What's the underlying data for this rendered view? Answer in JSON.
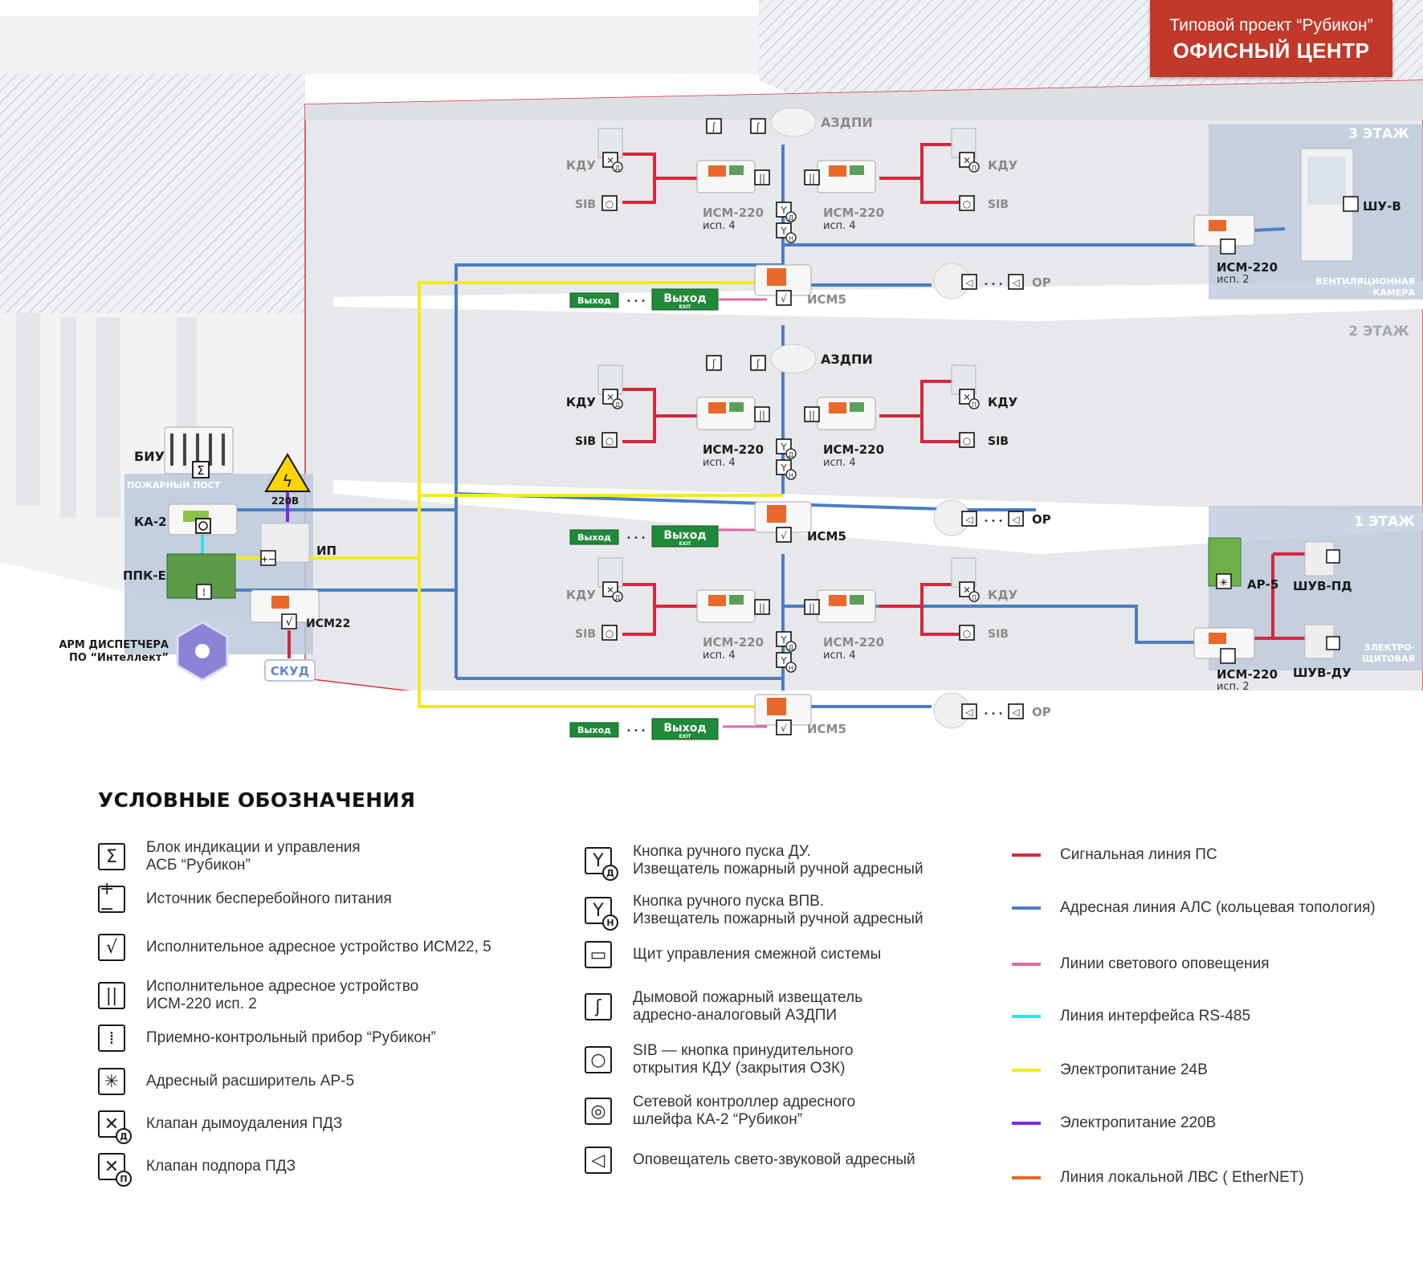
{
  "banner": {
    "line1": "Типовой проект “Рубикон”",
    "line2": "ОФИСНЫЙ ЦЕНТР"
  },
  "floors": {
    "f3": "3 ЭТАЖ",
    "f2": "2 ЭТАЖ",
    "f1": "1 ЭТАЖ"
  },
  "rooms": {
    "vent": [
      "ВЕНТИЛЯЦИОННАЯ",
      "КАМЕРА"
    ],
    "elec": [
      "ЭЛЕКТРО-",
      "ЩИТОВАЯ"
    ],
    "post": "ПОЖАРНЫЙ ПОСТ"
  },
  "labels": {
    "azdpi": "АЗДПИ",
    "kdu": "КДУ",
    "sib": "SIB",
    "ism220": "ИСМ-220",
    "isp4": "исп. 4",
    "isp2": "исп. 2",
    "ism5": "ИСМ5",
    "or": "ОР",
    "exit_small": "Выход",
    "exit_big": "Выход",
    "exit_sub": "EXIT",
    "shu_v": "ШУ-В",
    "shuv_pd": "ШУВ-ПД",
    "shuv_du": "ШУВ-ДУ",
    "ar5": "АР-5",
    "biu": "БИУ",
    "ka2": "КА-2",
    "ppke": "ППК-Е",
    "ip": "ИП",
    "v220": "220В",
    "ism22": "ИСМ22",
    "skud": "СКУД",
    "arm1": "АРМ ДИСПЕТЧЕРА",
    "arm2": "ПО “Интеллект”"
  },
  "legend": {
    "title": "УСЛОВНЫЕ ОБОЗНАЧЕНИЯ",
    "col1": [
      {
        "icon": "sigma-icon",
        "glyph": "Σ",
        "text": "Блок индикации и управления\nАСБ “Рубикон”"
      },
      {
        "icon": "ups-icon",
        "glyph": "+−",
        "text": "Источник бесперебойного питания"
      },
      {
        "icon": "check-icon",
        "glyph": "√",
        "text": "Исполнительное адресное устройство ИСМ22, 5"
      },
      {
        "icon": "double-bar-icon",
        "glyph": "||",
        "text": "Исполнительное адресное устройство\nИСМ-220 исп. 2"
      },
      {
        "icon": "dotted-cross-icon",
        "glyph": "⁞",
        "text": "Приемно-контрольный прибор “Рубикон”"
      },
      {
        "icon": "starburst-icon",
        "glyph": "✳",
        "text": "Адресный расширитель АР-5"
      },
      {
        "icon": "valve-du-icon",
        "glyph": "✕",
        "sub": "Д",
        "text": "Клапан дымоудаления ПДЗ"
      },
      {
        "icon": "valve-p-icon",
        "glyph": "✕",
        "sub": "П",
        "text": "Клапан подпора ПДЗ"
      }
    ],
    "col2": [
      {
        "icon": "manual-du-icon",
        "glyph": "Y",
        "sub": "Д",
        "text": "Кнопка ручного пуска ДУ.\nИзвещатель пожарный ручной адресный"
      },
      {
        "icon": "manual-vpv-icon",
        "glyph": "Y",
        "sub": "Н",
        "text": "Кнопка ручного пуска ВПВ.\nИзвещатель пожарный ручной адресный"
      },
      {
        "icon": "panel-icon",
        "glyph": "▭",
        "text": "Щит управления смежной системы"
      },
      {
        "icon": "smoke-detector-icon",
        "glyph": "ʃ",
        "text": "Дымовой пожарный извещатель\nадресно-аналоговый АЗДПИ"
      },
      {
        "icon": "sib-button-icon",
        "glyph": "○",
        "text": "SIB — кнопка принудительного\nоткрытия КДУ (закрытия ОЗК)"
      },
      {
        "icon": "ka2-controller-icon",
        "glyph": "◎",
        "text": "Сетевой контроллер адресного\nшлейфа КА-2 “Рубикон”"
      },
      {
        "icon": "speaker-icon",
        "glyph": "◁",
        "text": "Оповещатель свето-звуковой адресный"
      }
    ],
    "col3": [
      {
        "color": "#d7263d",
        "text": "Сигнальная линия ПС"
      },
      {
        "color": "#4a7fc1",
        "text": "Адресная линия АЛС (кольцевая топология)"
      },
      {
        "color": "#e06aa6",
        "text": "Линии светового оповещения"
      },
      {
        "color": "#2fe3e8",
        "text": "Линия интерфейса RS-485"
      },
      {
        "color": "#f4ea1b",
        "text": "Электропитание 24В"
      },
      {
        "color": "#7a2be0",
        "text": "Электропитание 220В"
      },
      {
        "color": "#e8692a",
        "text": "Линия локальной ЛВС ( EtherNET)"
      }
    ]
  },
  "colors": {
    "red": "#d7263d",
    "blue": "#4a7fc1",
    "pink": "#e06aa6",
    "cyan": "#2fe3e8",
    "yellow": "#f4ea1b",
    "violet": "#7a2be0",
    "banner": "#c0392b",
    "exit_green": "#1f8a3a"
  }
}
